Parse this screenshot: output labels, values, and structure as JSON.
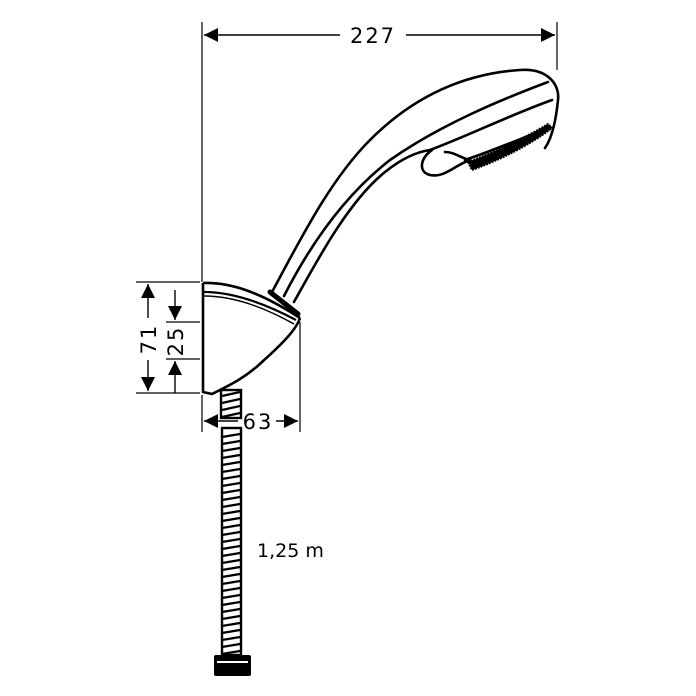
{
  "diagram": {
    "type": "technical-drawing",
    "subject": "hand shower with wall holder and hose",
    "colors": {
      "line": "#000000",
      "background": "#ffffff"
    },
    "dimensions": {
      "overall_length": "227",
      "holder_height": "71",
      "holder_outlet_offset": "25",
      "holder_depth": "63",
      "hose_length": "1,25 m"
    },
    "parts": [
      "hand-shower-handle",
      "spray-head",
      "wall-holder",
      "hose",
      "hose-nut"
    ]
  }
}
